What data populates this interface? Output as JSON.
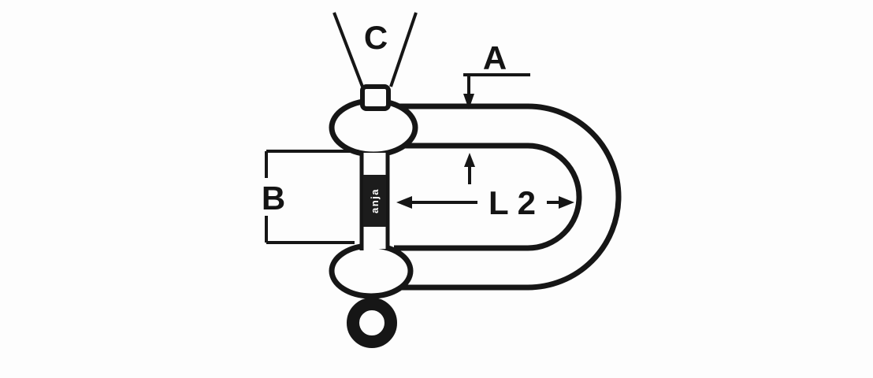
{
  "diagram": {
    "type": "technical-drawing",
    "subject": "d-shackle-with-pin-dimension-diagram",
    "labels": {
      "dim_c": "C",
      "dim_a": "A",
      "dim_b": "B",
      "dim_l2": "L 2",
      "pin_brand": "anja"
    },
    "dimensions": {
      "dim_c_meaning": "pin head / attachment width at top",
      "dim_a_meaning": "bow material thickness (arrow pointing at bow section)",
      "dim_b_meaning": "inside pin length between shackle ears (left bracket)",
      "dim_l2_meaning": "inside length of bow (horizontal double arrow)"
    },
    "colors": {
      "line": "#161616",
      "background": "#fdfdfd",
      "pin_knurl_fill": "#1c1c1c",
      "brand_text": "#ffffff"
    }
  }
}
